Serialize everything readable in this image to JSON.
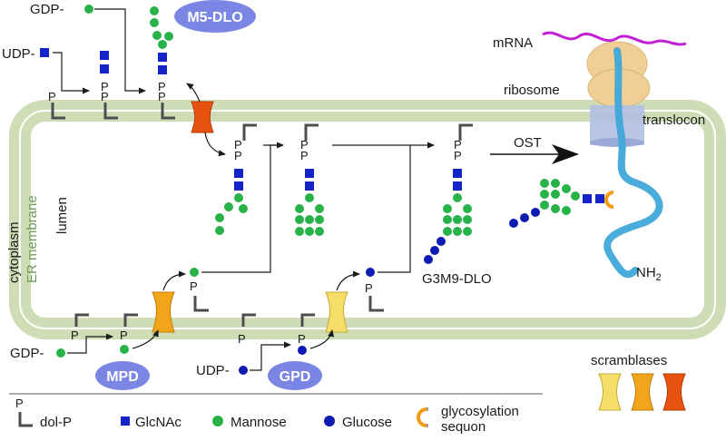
{
  "colors": {
    "membrane": "#cfddb6",
    "mannose": "#27b24a",
    "glcnac": "#1424c8",
    "glucose": "#0d1bb4",
    "dolichol": "#4d4d4d",
    "sugar_label": "#7b86e4",
    "mrna": "#c21fd6",
    "ribosome": "#efcf94",
    "translocon": "#b0bfe2",
    "peptide": "#3fa8d8",
    "sequon": "#f39c12",
    "scramblase_yellow": "#f6dd6a",
    "scramblase_orange": "#f2a51a",
    "scramblase_red": "#e8520f"
  },
  "labels": {
    "gdp_top": "GDP-",
    "udp_top": "UDP-",
    "gdp_bottom": "GDP-",
    "udp_bottom": "UDP-",
    "m5_dlo": "M5-DLO",
    "mpd": "MPD",
    "gpd": "GPD",
    "mrna": "mRNA",
    "ribosome": "ribosome",
    "translocon": "translocon",
    "ost": "OST",
    "cytoplasm": "cytoplasm",
    "er_membrane": "ER membrane",
    "lumen": "lumen",
    "g3m9": "G3M9-DLO",
    "nh2_base": "NH",
    "nh2_sub": "2",
    "scramblases": "scramblases",
    "phosphate": "P"
  },
  "legend": {
    "dolp_glyph": "P",
    "dolp": "dol-P",
    "glcnac": "GlcNAc",
    "mannose": "Mannose",
    "glucose": "Glucose",
    "sequon_line1": "glycosylation",
    "sequon_line2": "sequon"
  }
}
